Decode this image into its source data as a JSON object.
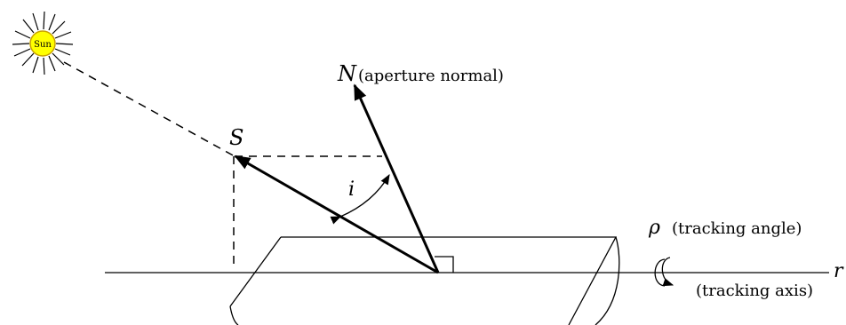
{
  "sun": {
    "label": "Sun",
    "fill_color": "#ffff00",
    "outline_color": "#c8a000"
  },
  "labels": {
    "normal_symbol": "N",
    "normal_desc": "(aperture normal)",
    "sun_vector_symbol": "S",
    "incidence_symbol": "i",
    "tracking_angle_symbol": "ρ",
    "tracking_angle_desc": "(tracking angle)",
    "axis_symbol": "r",
    "axis_desc": "(tracking axis)"
  }
}
